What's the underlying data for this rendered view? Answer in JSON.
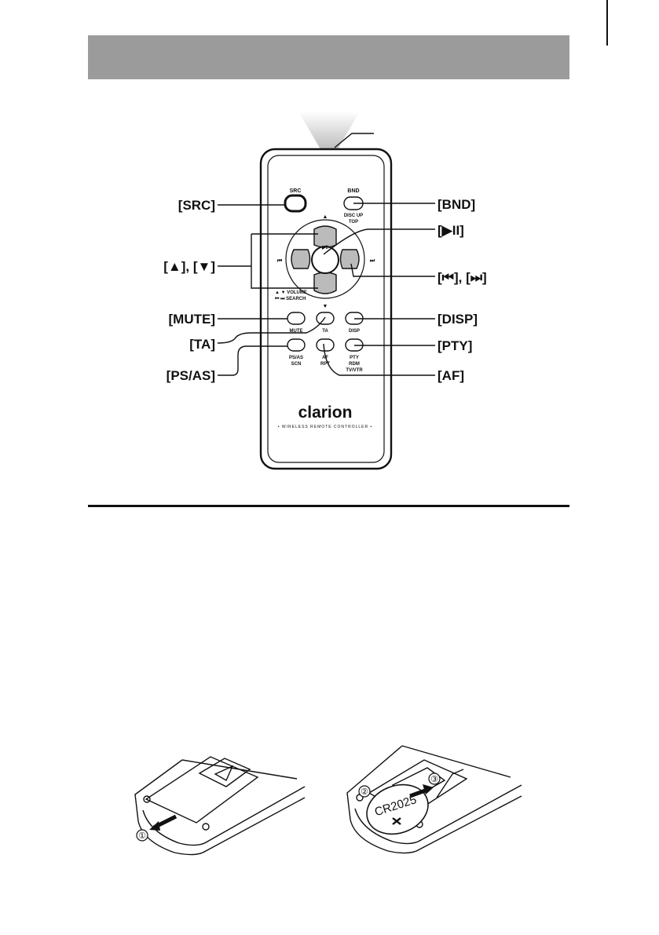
{
  "remote": {
    "buttons": {
      "src": "SRC",
      "bnd": "BND",
      "bnd_sub1": "DISC UP",
      "bnd_sub2": "TOP",
      "play_pause": "▶II",
      "up_arrow": "▲",
      "down_arrow": "▼",
      "prev": "⏮",
      "next": "⏭",
      "volume_legend1": "▲  ▼  VOLUME",
      "volume_legend2": "⏮ ⏭  SEARCH",
      "mute": "MUTE",
      "ta": "TA",
      "disp": "DISP",
      "psas": "PS/AS",
      "psas_sub": "SCN",
      "af": "AF",
      "af_sub": "RPT",
      "pty": "PTY",
      "pty_sub1": "RDM",
      "pty_sub2": "TV/VTR"
    },
    "brand": "clarion",
    "tagline": "• WIRELESS REMOTE CONTROLLER •"
  },
  "callouts": {
    "src": "[SRC]",
    "bnd": "[BND]",
    "play_pause": "[▶II]",
    "up_down": "[▲], [▼]",
    "skip": "[⏮], [⏭]",
    "mute": "[MUTE]",
    "disp": "[DISP]",
    "ta": "[TA]",
    "pty": "[PTY]",
    "psas": "[PS/AS]",
    "af": "[AF]"
  },
  "battery": {
    "model": "CR2025",
    "step1": "①",
    "step2": "②",
    "step3": "③"
  },
  "colors": {
    "title_bar": "#9b9b9b",
    "ink": "#111111"
  }
}
